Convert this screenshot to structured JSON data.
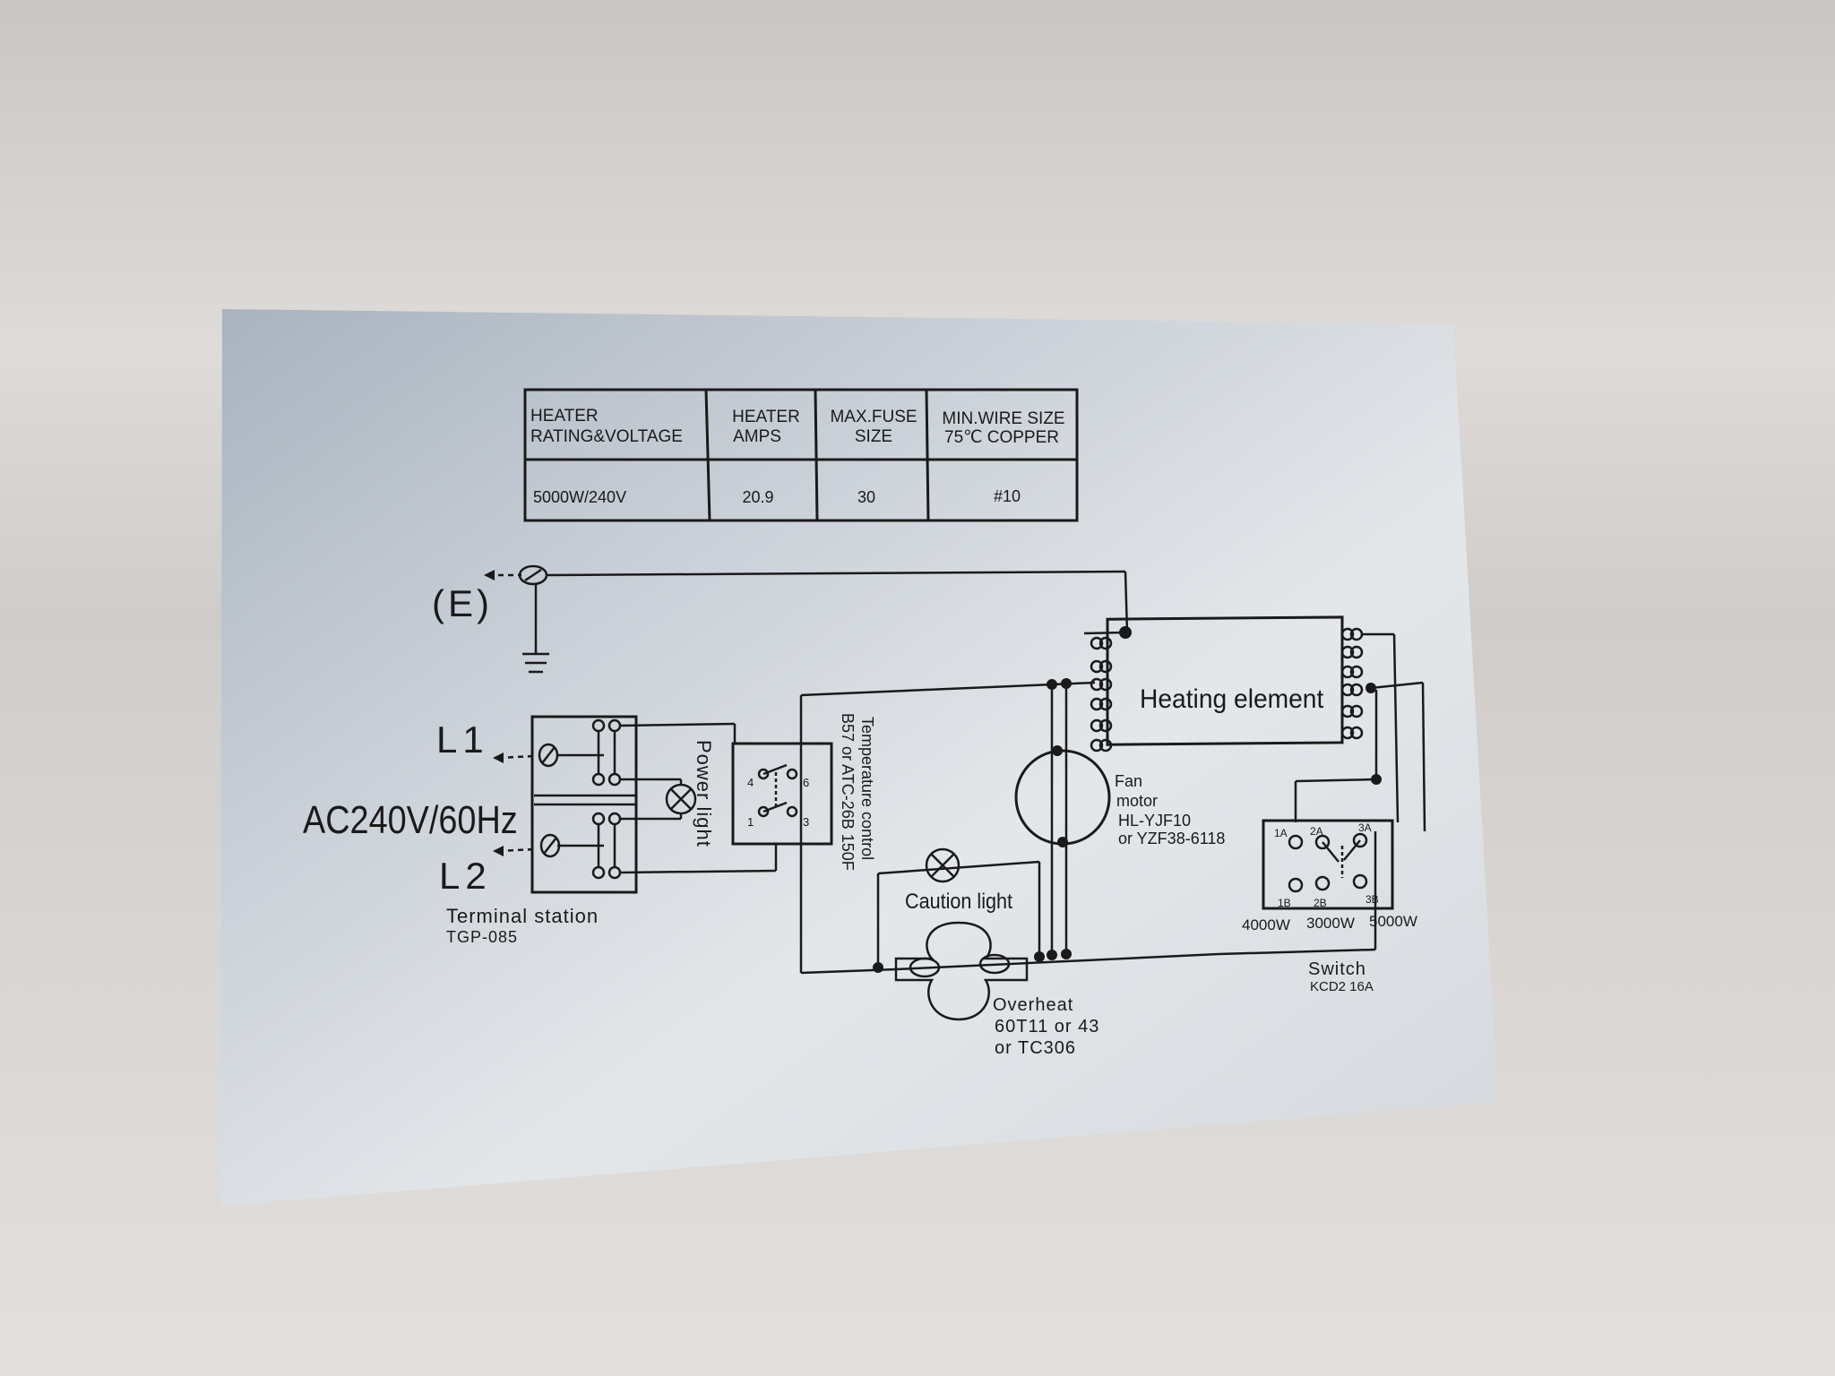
{
  "spec_table": {
    "headers": [
      [
        "HEATER",
        "RATING&VOLTAGE"
      ],
      [
        "HEATER",
        "AMPS"
      ],
      [
        "MAX.FUSE",
        "SIZE"
      ],
      [
        "MIN.WIRE SIZE",
        "75℃ COPPER"
      ]
    ],
    "row": [
      "5000W/240V",
      "20.9",
      "30",
      "#10"
    ]
  },
  "ground_label": "(E)",
  "l1_label": "L1",
  "l2_label": "L2",
  "supply_label": "AC240V/60Hz",
  "terminal_station": {
    "title": "Terminal station",
    "model": "TGP-085"
  },
  "power_light_label": "Power light",
  "temp_control": {
    "line1": "Temperature control",
    "line2": "B57 or ATC-26B 150F"
  },
  "thermostat_pins": [
    "4",
    "6",
    "1",
    "3"
  ],
  "heating_element_label": "Heating element",
  "fan_motor": {
    "line1": "Fan",
    "line2": "motor",
    "line3": "HL-YJF10",
    "line4": "or YZF38-6118"
  },
  "caution_light_label": "Caution light",
  "overheat": {
    "line1": "Overheat",
    "line2": "60T11  or 43",
    "line3": "or TC306"
  },
  "switch": {
    "title": "Switch",
    "model": "KCD2 16A",
    "pins": [
      "1A",
      "2A",
      "3A",
      "1B",
      "2B",
      "3B"
    ],
    "power_settings": [
      "4000W",
      "3000W",
      "5000W"
    ]
  },
  "colors": {
    "label_sheet": "#c4cbd3",
    "ink": "#1a1a1a"
  }
}
